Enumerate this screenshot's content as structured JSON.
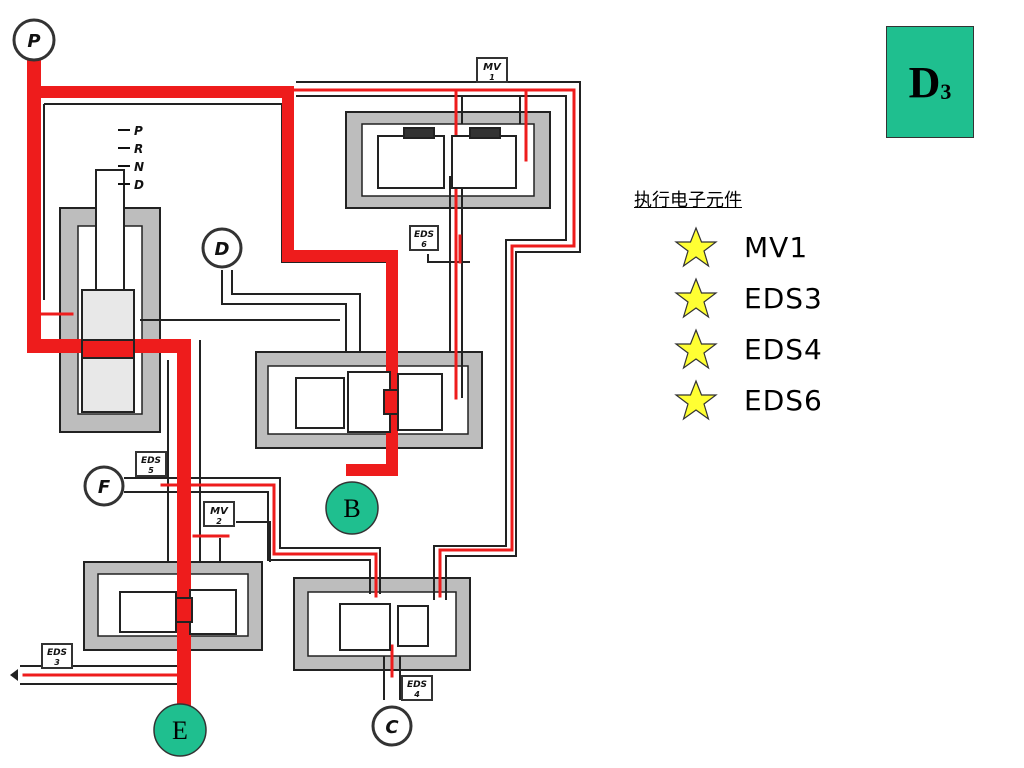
{
  "gear_badge": {
    "main": "D",
    "sub": "3"
  },
  "legend": {
    "title": "执行电子元件",
    "items": [
      {
        "label": "MV1"
      },
      {
        "label": "EDS3"
      },
      {
        "label": "EDS4"
      },
      {
        "label": "EDS6"
      }
    ]
  },
  "selector": {
    "positions": [
      "P",
      "R",
      "N",
      "D"
    ]
  },
  "ports": {
    "p": "P",
    "d": "D",
    "f": "F",
    "c": "C",
    "b": "B",
    "e": "E"
  },
  "valves": {
    "mv1": {
      "name": "MV",
      "num": "1"
    },
    "mv2": {
      "name": "MV",
      "num": "2"
    },
    "eds3": {
      "name": "EDS",
      "num": "3"
    },
    "eds4": {
      "name": "EDS",
      "num": "4"
    },
    "eds5": {
      "name": "EDS",
      "num": "5"
    },
    "eds6": {
      "name": "EDS",
      "num": "6"
    }
  },
  "colors": {
    "pressure": "#ee1c1c",
    "channel": "#222222",
    "housing": "#bdbdbd",
    "badge": "#1fbf8f",
    "star": "#ffff33"
  }
}
